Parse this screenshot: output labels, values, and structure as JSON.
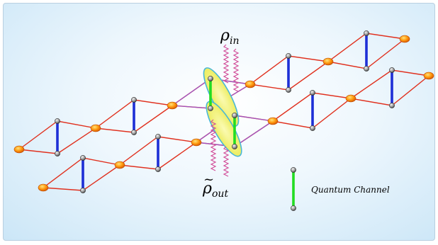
{
  "labels": {
    "rho_in_main": "ρ",
    "rho_in_sub": "in",
    "rho_out_main": "ρ",
    "rho_out_tilde": "~",
    "rho_out_sub": "out",
    "legend_label": "Quantum Channel"
  },
  "colors": {
    "lattice_edge": "#e0301e",
    "bridge_edge": "#9a55cc",
    "bond": "#1d2fd6",
    "channel": "#22dd22",
    "orange_node": "#ff8a00",
    "gray_node": "#8a8a8a",
    "ellipse_fill": "#f3f36a",
    "ellipse_stroke": "#48b7d8",
    "wavy": "#d2509a"
  }
}
